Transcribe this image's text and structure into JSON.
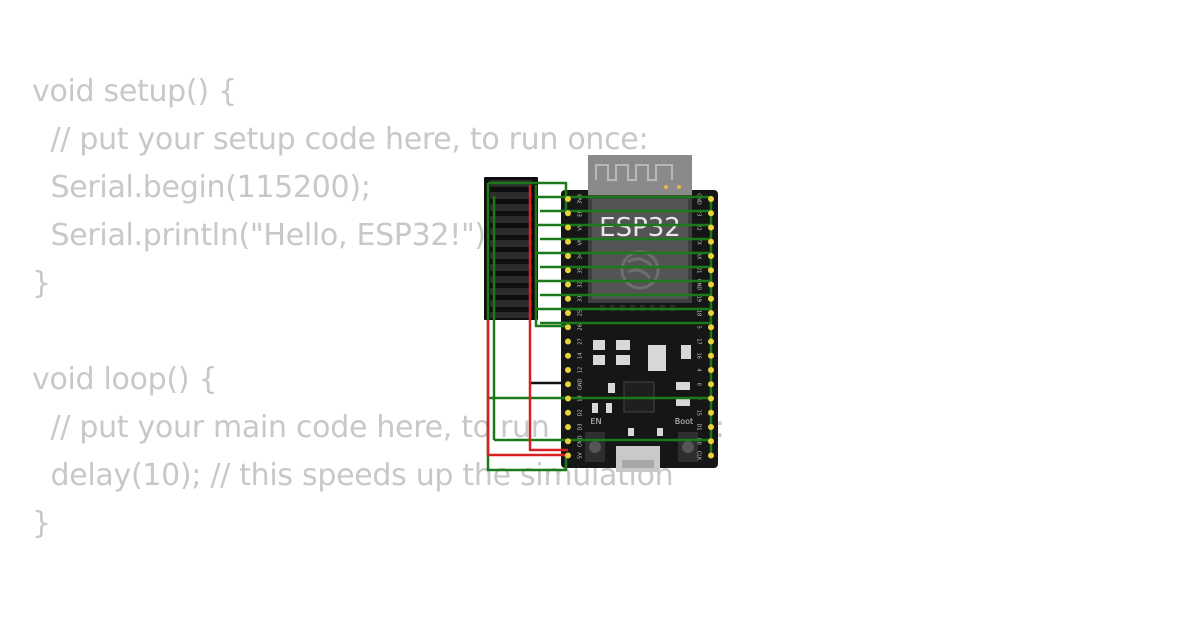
{
  "code": {
    "lines": [
      "void setup() {",
      "  // put your setup code here, to run once:",
      "  Serial.begin(115200);",
      "  Serial.println(\"Hello, ESP32!\");",
      "}",
      "",
      "void loop() {",
      "  // put your main code here, to run repeatedly:",
      "  delay(10); // this speeds up the simulation",
      "}"
    ]
  },
  "board": {
    "name": "ESP32",
    "en_label": "EN",
    "boot_label": "Boot",
    "left_pins": [
      "3V3",
      "EN",
      "VP",
      "VN",
      "34",
      "35",
      "32",
      "33",
      "25",
      "26",
      "27",
      "14",
      "12",
      "GND",
      "13",
      "D2",
      "D3",
      "CMD",
      "5V"
    ],
    "right_pins": [
      "GND",
      "23",
      "22",
      "TX",
      "RX",
      "21",
      "GND",
      "19",
      "18",
      "5",
      "17",
      "16",
      "4",
      "0",
      "2",
      "15",
      "D1",
      "D0",
      "CLK"
    ]
  },
  "colors": {
    "wire_signal": "#1a7a1a",
    "wire_power": "#d92020",
    "wire_ground": "#111111",
    "pin_gold": "#e8d23a",
    "board_body": "#161616",
    "code_text": "#c8c8c8"
  }
}
